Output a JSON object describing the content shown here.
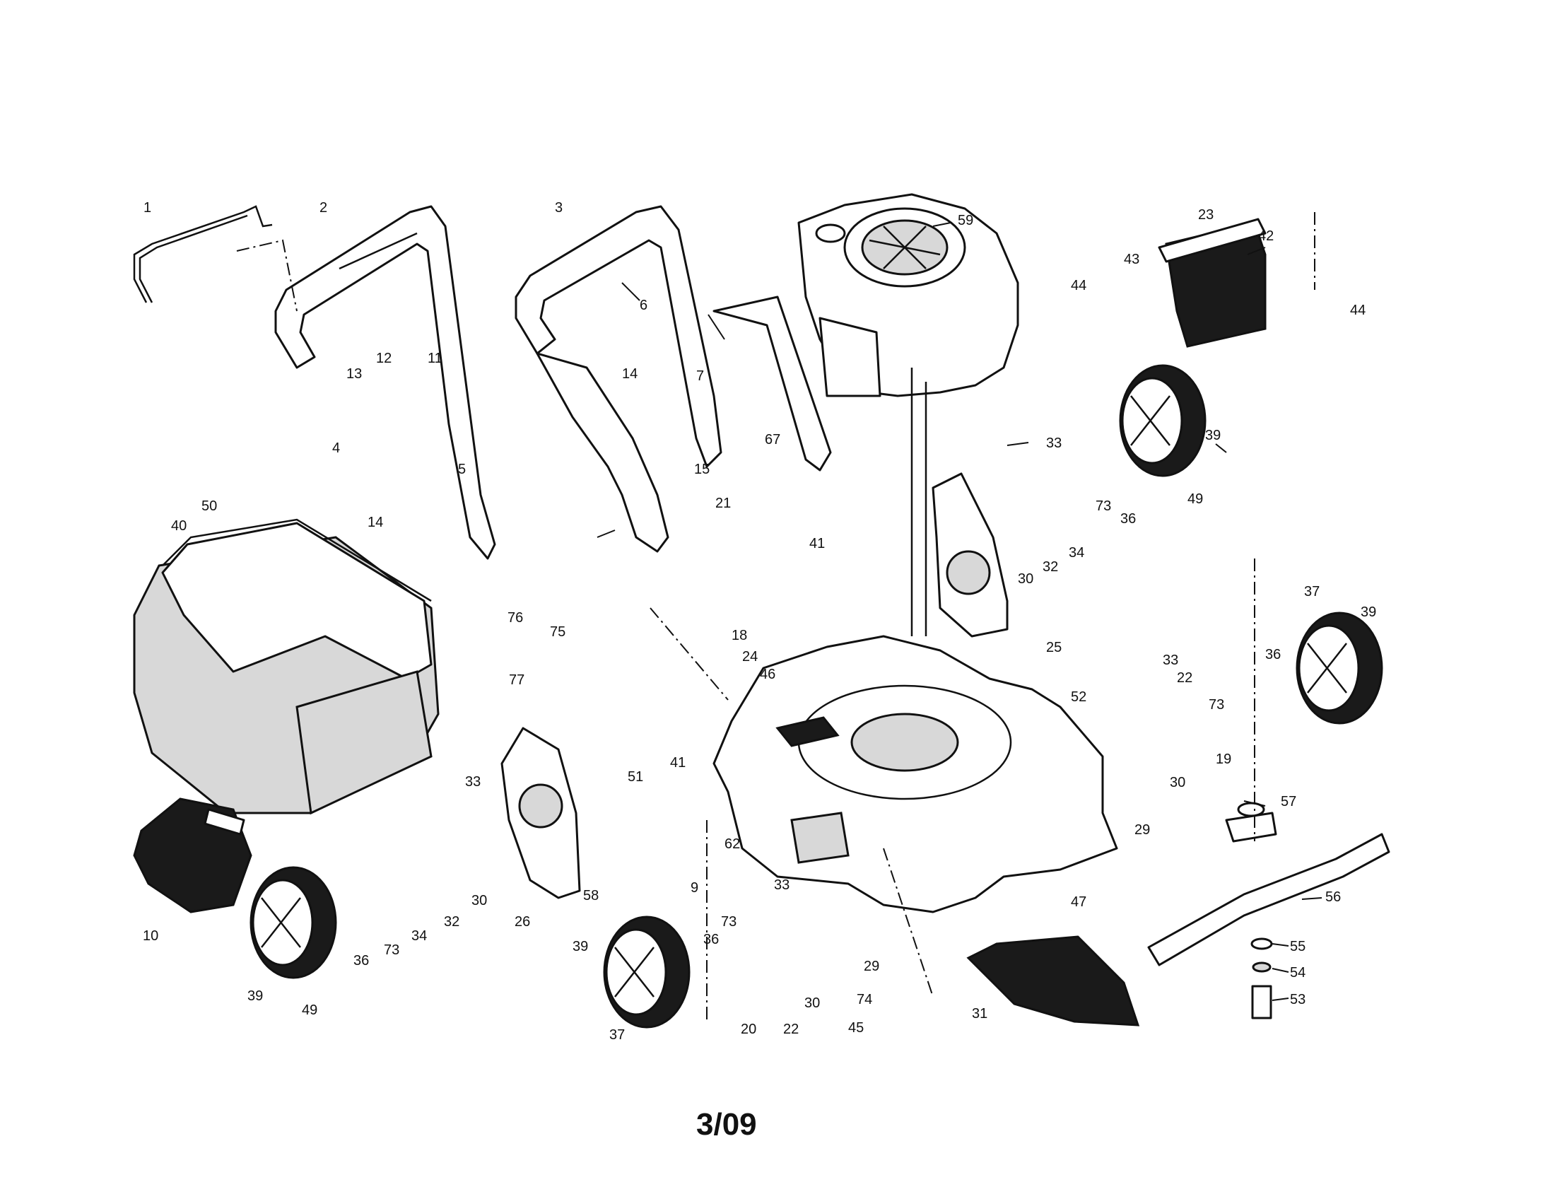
{
  "footer": {
    "page_code": "3/09"
  },
  "callouts": [
    {
      "label": "1"
    },
    {
      "label": "2"
    },
    {
      "label": "3"
    },
    {
      "label": "59"
    },
    {
      "label": "23"
    },
    {
      "label": "42"
    },
    {
      "label": "44"
    },
    {
      "label": "43"
    },
    {
      "label": "44"
    },
    {
      "label": "6"
    },
    {
      "label": "13"
    },
    {
      "label": "12"
    },
    {
      "label": "11"
    },
    {
      "label": "7"
    },
    {
      "label": "14"
    },
    {
      "label": "39"
    },
    {
      "label": "49"
    },
    {
      "label": "4"
    },
    {
      "label": "5"
    },
    {
      "label": "67"
    },
    {
      "label": "33"
    },
    {
      "label": "15"
    },
    {
      "label": "21"
    },
    {
      "label": "41"
    },
    {
      "label": "73"
    },
    {
      "label": "36"
    },
    {
      "label": "34"
    },
    {
      "label": "32"
    },
    {
      "label": "30"
    },
    {
      "label": "40"
    },
    {
      "label": "50"
    },
    {
      "label": "14"
    },
    {
      "label": "76"
    },
    {
      "label": "75"
    },
    {
      "label": "25"
    },
    {
      "label": "77"
    },
    {
      "label": "18"
    },
    {
      "label": "24"
    },
    {
      "label": "46"
    },
    {
      "label": "37"
    },
    {
      "label": "39"
    },
    {
      "label": "33"
    },
    {
      "label": "22"
    },
    {
      "label": "36"
    },
    {
      "label": "52"
    },
    {
      "label": "73"
    },
    {
      "label": "41"
    },
    {
      "label": "51"
    },
    {
      "label": "19"
    },
    {
      "label": "30"
    },
    {
      "label": "29"
    },
    {
      "label": "33"
    },
    {
      "label": "57"
    },
    {
      "label": "62"
    },
    {
      "label": "10"
    },
    {
      "label": "36"
    },
    {
      "label": "73"
    },
    {
      "label": "34"
    },
    {
      "label": "32"
    },
    {
      "label": "30"
    },
    {
      "label": "26"
    },
    {
      "label": "9"
    },
    {
      "label": "58"
    },
    {
      "label": "33"
    },
    {
      "label": "47"
    },
    {
      "label": "56"
    },
    {
      "label": "39"
    },
    {
      "label": "49"
    },
    {
      "label": "73"
    },
    {
      "label": "36"
    },
    {
      "label": "29"
    },
    {
      "label": "39"
    },
    {
      "label": "37"
    },
    {
      "label": "30"
    },
    {
      "label": "74"
    },
    {
      "label": "20"
    },
    {
      "label": "22"
    },
    {
      "label": "45"
    },
    {
      "label": "31"
    },
    {
      "label": "55"
    },
    {
      "label": "54"
    },
    {
      "label": "53"
    }
  ]
}
